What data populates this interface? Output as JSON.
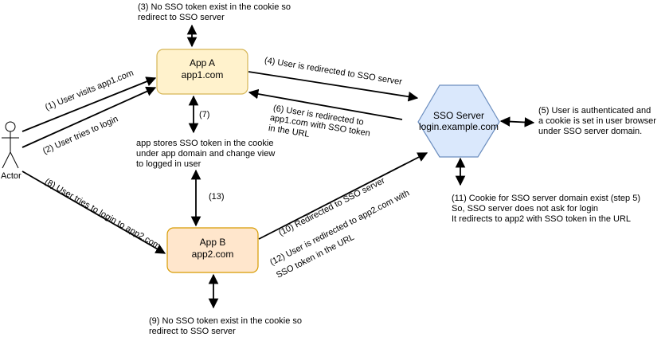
{
  "nodes": {
    "app_a": {
      "title": "App A",
      "subtitle": "app1.com",
      "fill": "#fff2cc",
      "stroke": "#d6b656"
    },
    "app_b": {
      "title": "App B",
      "subtitle": "app2.com",
      "fill": "#ffe6cc",
      "stroke": "#d79b00"
    },
    "sso": {
      "title": "SSO Server",
      "subtitle": "login.example.com",
      "fill": "#dae8fc",
      "stroke": "#6c8ebf"
    },
    "actor": {
      "label": "Actor"
    }
  },
  "annotations": {
    "step3_line1": "(3) No SSO token exist in the cookie so",
    "step3_line2": "redirect to SSO server",
    "step7": "(7)",
    "app_stores_line1": "app stores SSO token in the cookie",
    "app_stores_line2": "under app domain and change view",
    "app_stores_line3": "to logged in user",
    "step13": "(13)",
    "step5_line1": "(5) User is authenticated and",
    "step5_line2": "a cookie is set in user browser",
    "step5_line3": "under SSO server domain.",
    "step11_line1": "(11) Cookie for SSO server domain exist (step 5)",
    "step11_line2": "So, SSO server does not ask for login",
    "step11_line3": "It redirects to app2 with SSO token in the URL",
    "step9_line1": "(9) No SSO token exist in the cookie so",
    "step9_line2": "redirect to SSO server"
  },
  "edge_labels": {
    "step1": "(1) User  visits app1.com",
    "step2": "(2) User tries to login",
    "step8": "(8) User tries to login to app2.com",
    "step4": "(4) User is redirected to SSO server",
    "step6_line1": "(6) User is redirected to",
    "step6_line2": "app1.com with SSO token",
    "step6_line3": "in the URL",
    "step10": "(10)  Redirected to SSO server",
    "step12_line1": "(12) User is redirected to app2.com with",
    "step12_line2": "SSO token in the URL"
  },
  "colors": {
    "line": "#000000",
    "text": "#000000"
  }
}
